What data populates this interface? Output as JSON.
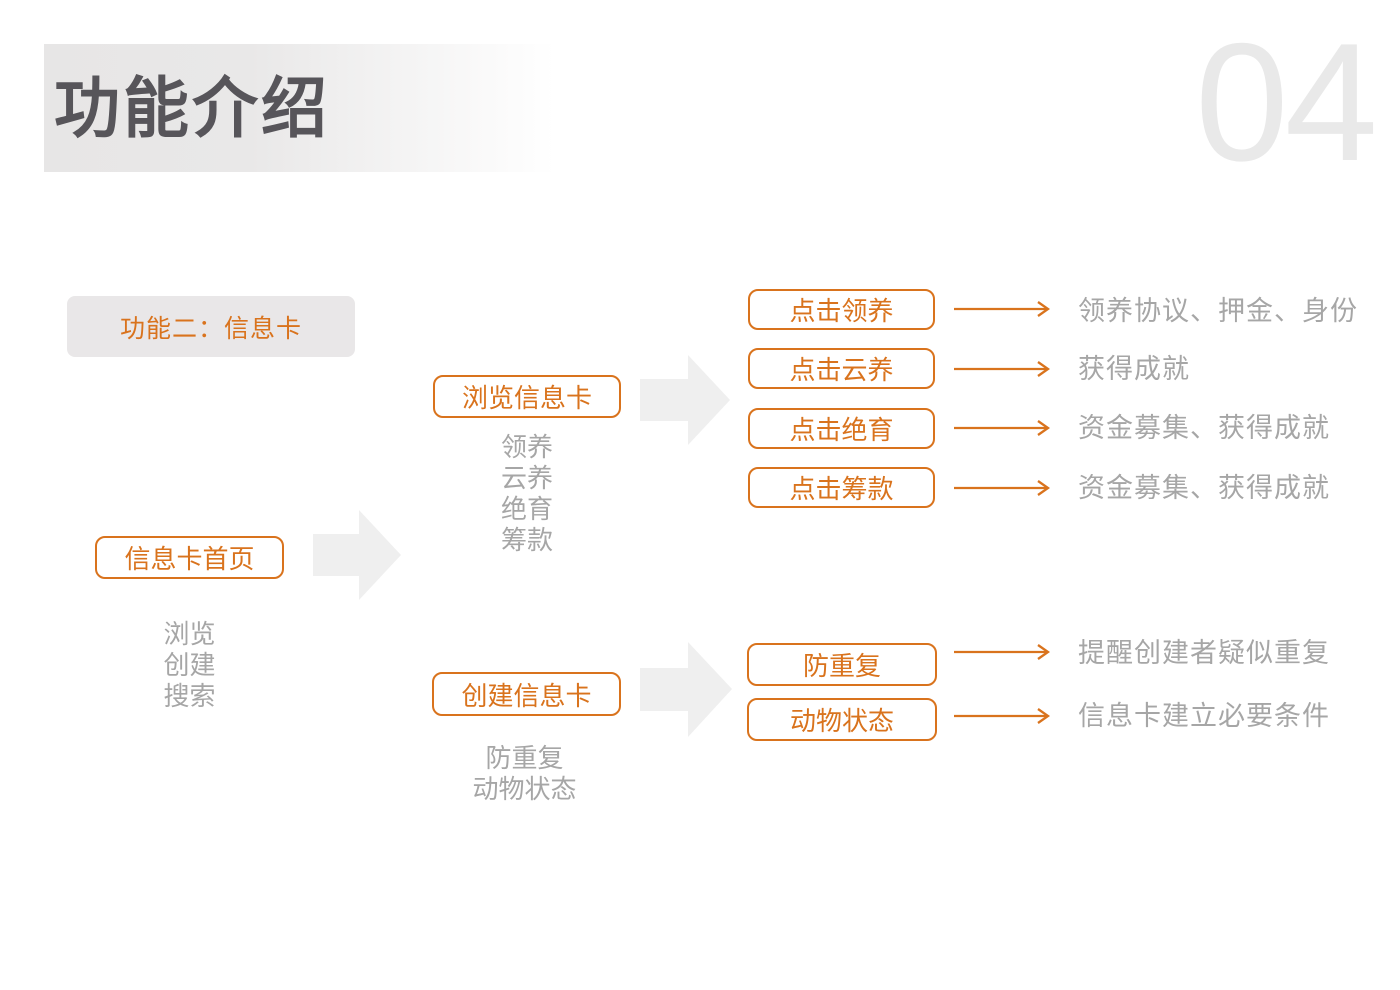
{
  "header": {
    "title": "功能介绍",
    "page_number": "04"
  },
  "colors": {
    "accent": "#d9731d",
    "gray_text": "#a6a6a6",
    "arrow_fill": "#efefef",
    "title_text": "#57555a",
    "page_number": "#e9e9e9",
    "section_bg": "#e9e7e8"
  },
  "diagram": {
    "section_label": "功能二：信息卡",
    "root": {
      "label": "信息卡首页",
      "items": [
        "浏览",
        "创建",
        "搜索"
      ]
    },
    "browse": {
      "label": "浏览信息卡",
      "items": [
        "领养",
        "云养",
        "绝育",
        "筹款"
      ],
      "actions": [
        {
          "label": "点击领养",
          "result": "领养协议、押金、身份"
        },
        {
          "label": "点击云养",
          "result": "获得成就"
        },
        {
          "label": "点击绝育",
          "result": "资金募集、获得成就"
        },
        {
          "label": "点击筹款",
          "result": "资金募集、获得成就"
        }
      ]
    },
    "create": {
      "label": "创建信息卡",
      "items": [
        "防重复",
        "动物状态"
      ],
      "actions": [
        {
          "label": "防重复",
          "result": "提醒创建者疑似重复"
        },
        {
          "label": "动物状态",
          "result": "信息卡建立必要条件"
        }
      ]
    }
  }
}
